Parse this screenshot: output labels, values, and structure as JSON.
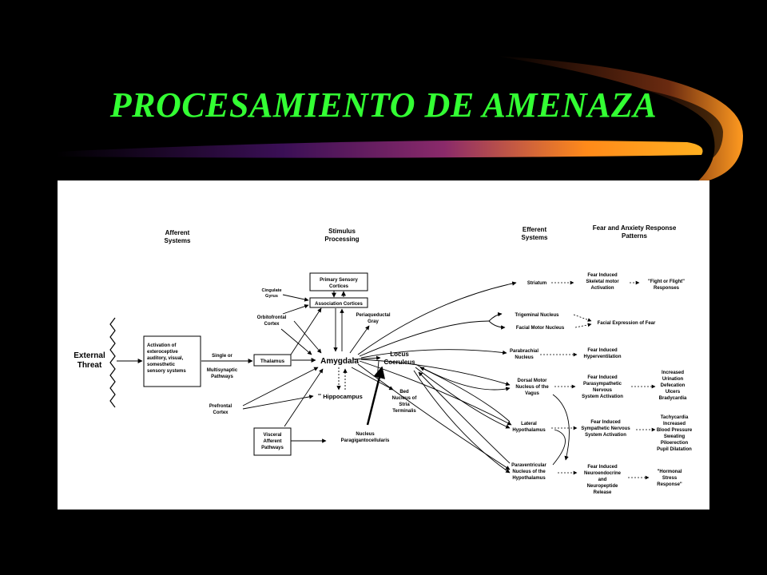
{
  "slide": {
    "title": "PROCESAMIENTO DE AMENAZA",
    "colors": {
      "background": "#000000",
      "title": "#33ff33",
      "accent_orange": "#ff9900",
      "accent_purple": "#6a1e8a"
    }
  },
  "diagram": {
    "headers": {
      "afferent": [
        "Afferent",
        "Systems"
      ],
      "stimulus": [
        "Stimulus",
        "Processing"
      ],
      "efferent": [
        "Efferent",
        "Systems"
      ],
      "patterns": [
        "Fear and Anxiety Response",
        "Patterns"
      ]
    },
    "external_threat": [
      "External",
      "Threat"
    ],
    "activation_box": [
      "Activation of",
      "exteroceptive",
      "auditory, visual,",
      "somesthetic",
      "sensory systems"
    ],
    "pathways": [
      "Single or",
      "Multisynaptic",
      "Pathways"
    ],
    "thalamus": "Thalamus",
    "amygdala": "Amygdala",
    "cingulate": [
      "Cingulate",
      "Gyrus"
    ],
    "orbitofrontal": [
      "Orbitofrontal",
      "Cortex"
    ],
    "primary_sensory": [
      "Primary Sensory",
      "Cortices"
    ],
    "association": "Association Cortices",
    "periaqueductal": [
      "Periaqueductal",
      "Gray"
    ],
    "locus": [
      "Locus",
      "Coeruleus"
    ],
    "hippocampus": "Hippocampus",
    "bed_nucleus": [
      "Bed",
      "Nucleus of",
      "Stria",
      "Terminalis"
    ],
    "prefrontal": [
      "Prefrontal",
      "Cortex"
    ],
    "visceral": [
      "Visceral",
      "Afferent",
      "Pathways"
    ],
    "paragigantocellularis": [
      "Nucleus",
      "Paragigantocellularis"
    ],
    "efferents": {
      "striatum": "Striatum",
      "trigeminal": "Trigeminal Nucleus",
      "facial_motor": "Facial Motor Nucleus",
      "parabrachial": [
        "Parabrachial",
        "Nucleus"
      ],
      "dorsal_motor": [
        "Dorsal Motor",
        "Nucleus of the",
        "Vagus"
      ],
      "lateral_hypothalamus": [
        "Lateral",
        "Hypothalamus"
      ],
      "paraventricular": [
        "Paraventricular",
        "Nucleus of the",
        "Hypothalamus"
      ]
    },
    "responses": {
      "skeletal": [
        "Fear Induced",
        "Skeletal motor",
        "Activation"
      ],
      "fight_flight": [
        "\"Fight or Flight\"",
        "Responses"
      ],
      "facial_expression": "Facial Expression of Fear",
      "hyperventilation": [
        "Fear Induced",
        "Hyperventilation"
      ],
      "parasympathetic": [
        "Fear Induced",
        "Parasympathetic",
        "Nervous",
        "System Activation"
      ],
      "parasympathetic_signs": [
        "Increased",
        "Urination",
        "Defecation",
        "Ulcers",
        "Bradycardia"
      ],
      "sympathetic": [
        "Fear Induced",
        "Sympathetic Nervous",
        "System Activation"
      ],
      "sympathetic_signs": [
        "Tachycardia",
        "Increased",
        "Blood Pressure",
        "Sweating",
        "Piloerection",
        "Pupil Dilatation"
      ],
      "neuroendocrine": [
        "Fear Induced",
        "Neuroendocrine",
        "and",
        "Neuropeptide",
        "Release"
      ],
      "hormonal": [
        "\"Hormonal",
        "Stress",
        "Response\""
      ]
    }
  }
}
